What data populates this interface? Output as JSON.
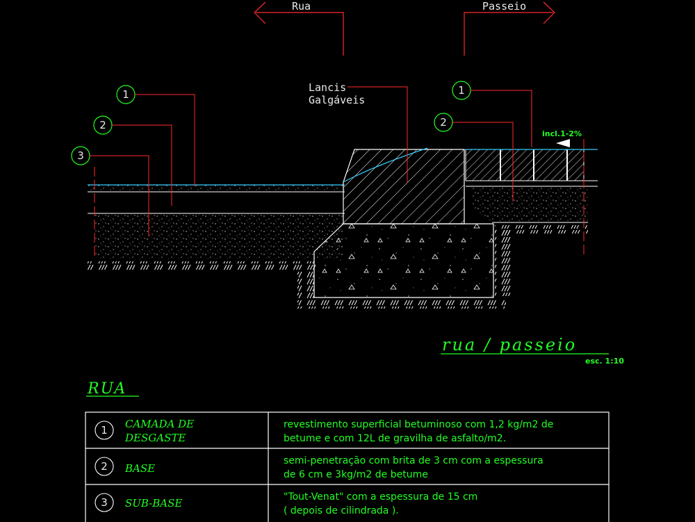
{
  "directions": {
    "left": "Rua",
    "right": "Passeio"
  },
  "callout_lancis": {
    "line1": "Lancis",
    "line2": "Galgáveis"
  },
  "callouts": {
    "left": [
      "1",
      "2",
      "3"
    ],
    "right": [
      "1",
      "2"
    ]
  },
  "slope_label": "incl.1-2%",
  "drawing_title": "rua / passeio",
  "scale": "esc. 1:10",
  "section_heading": "RUA",
  "legend": [
    {
      "num": "1",
      "name_line1": "CAMADA DE",
      "name_line2": "DESGASTE",
      "desc_line1": "revestimento superficial betuminoso com 1,2 kg/m2 de",
      "desc_line2": "betume e com 12L de gravilha de asfalto/m2."
    },
    {
      "num": "2",
      "name_line1": "BASE",
      "name_line2": "",
      "desc_line1": "semi-penetração com brita de 3 cm com a espessura",
      "desc_line2": "de 6 cm e 3kg/m2 de betume"
    },
    {
      "num": "3",
      "name_line1": "SUB-BASE",
      "name_line2": "",
      "desc_line1": "\"Tout-Venat\" com a espessura de 15 cm",
      "desc_line2": "( depois de cilindrada )."
    }
  ],
  "colors": {
    "background": "#000000",
    "leader": "#ff2a2a",
    "text": "#22ff22",
    "line": "#ffffff",
    "surface": "#33ccff"
  }
}
